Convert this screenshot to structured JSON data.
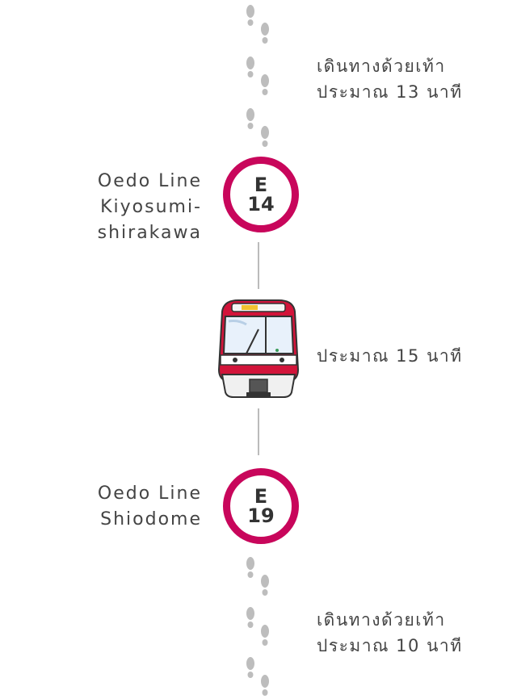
{
  "walk_top": {
    "line1": "เดินทางด้วยเท้า",
    "line2": "ประมาณ 13 นาที"
  },
  "station_top": {
    "line": "Oedo Line",
    "name_lines": [
      "Kiyosumi-",
      "shirakawa"
    ],
    "code": "E",
    "number": "14"
  },
  "train_ride": {
    "text": "ประมาณ 15 นาที"
  },
  "station_bottom": {
    "line": "Oedo Line",
    "name_lines": [
      "Shiodome"
    ],
    "code": "E",
    "number": "19"
  },
  "walk_bottom": {
    "line1": "เดินทางด้วยเท้า",
    "line2": "ประมาณ 10 นาที"
  },
  "colors": {
    "badge_ring": "#c8065b",
    "footprint": "#bdbdbd",
    "connector": "#bbbbbb",
    "train_red": "#d2143a"
  },
  "icons": {
    "footprints": "footprints-icon",
    "train": "subway-train-icon"
  }
}
